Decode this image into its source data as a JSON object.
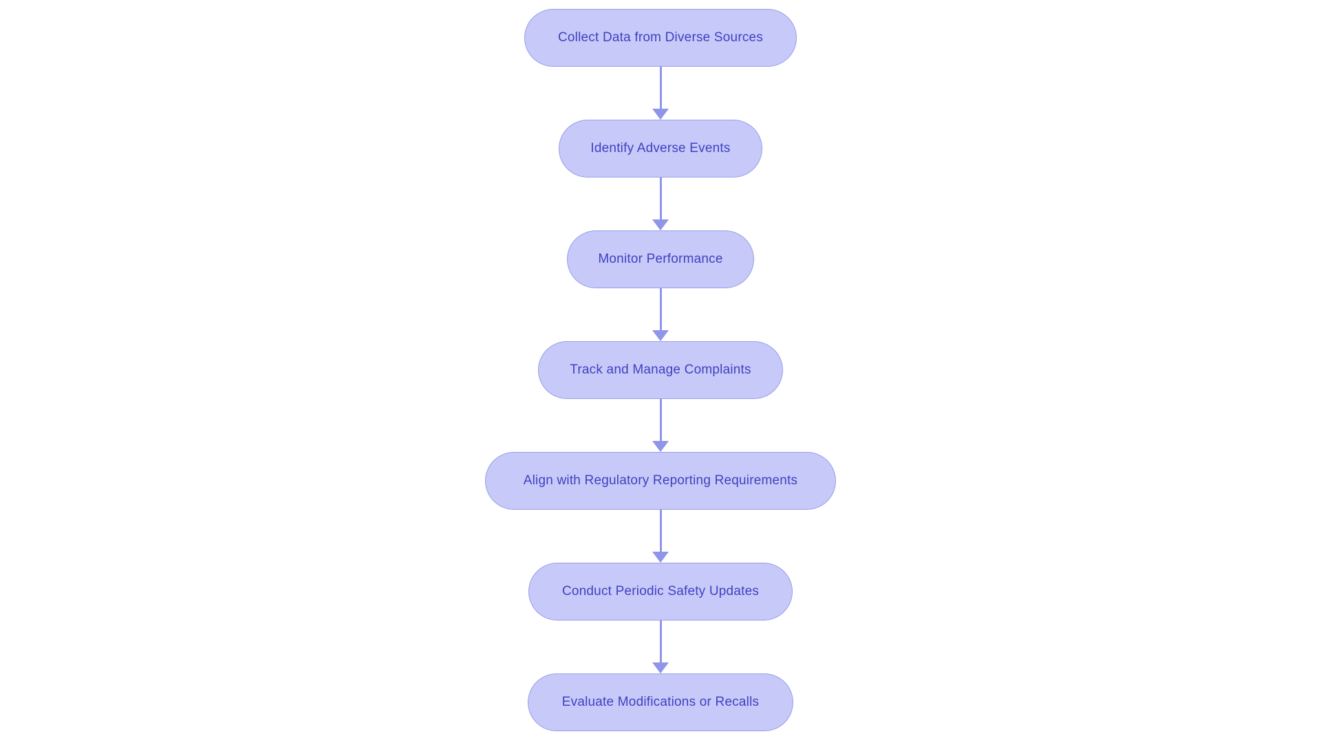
{
  "flowchart": {
    "nodes": [
      {
        "label": "Collect Data from Diverse Sources"
      },
      {
        "label": "Identify Adverse Events"
      },
      {
        "label": "Monitor Performance"
      },
      {
        "label": "Track and Manage Complaints"
      },
      {
        "label": "Align with Regulatory Reporting Requirements"
      },
      {
        "label": "Conduct Periodic Safety Updates"
      },
      {
        "label": "Evaluate Modifications or Recalls"
      }
    ],
    "edges": [
      [
        0,
        1
      ],
      [
        1,
        2
      ],
      [
        2,
        3
      ],
      [
        3,
        4
      ],
      [
        4,
        5
      ],
      [
        5,
        6
      ]
    ],
    "direction": "top-down"
  },
  "colors": {
    "node-fill": "#c7caf8",
    "node-border": "#979de9",
    "node-text": "#3f40c2",
    "arrow": "#8f95e9",
    "background": "#ffffff"
  }
}
